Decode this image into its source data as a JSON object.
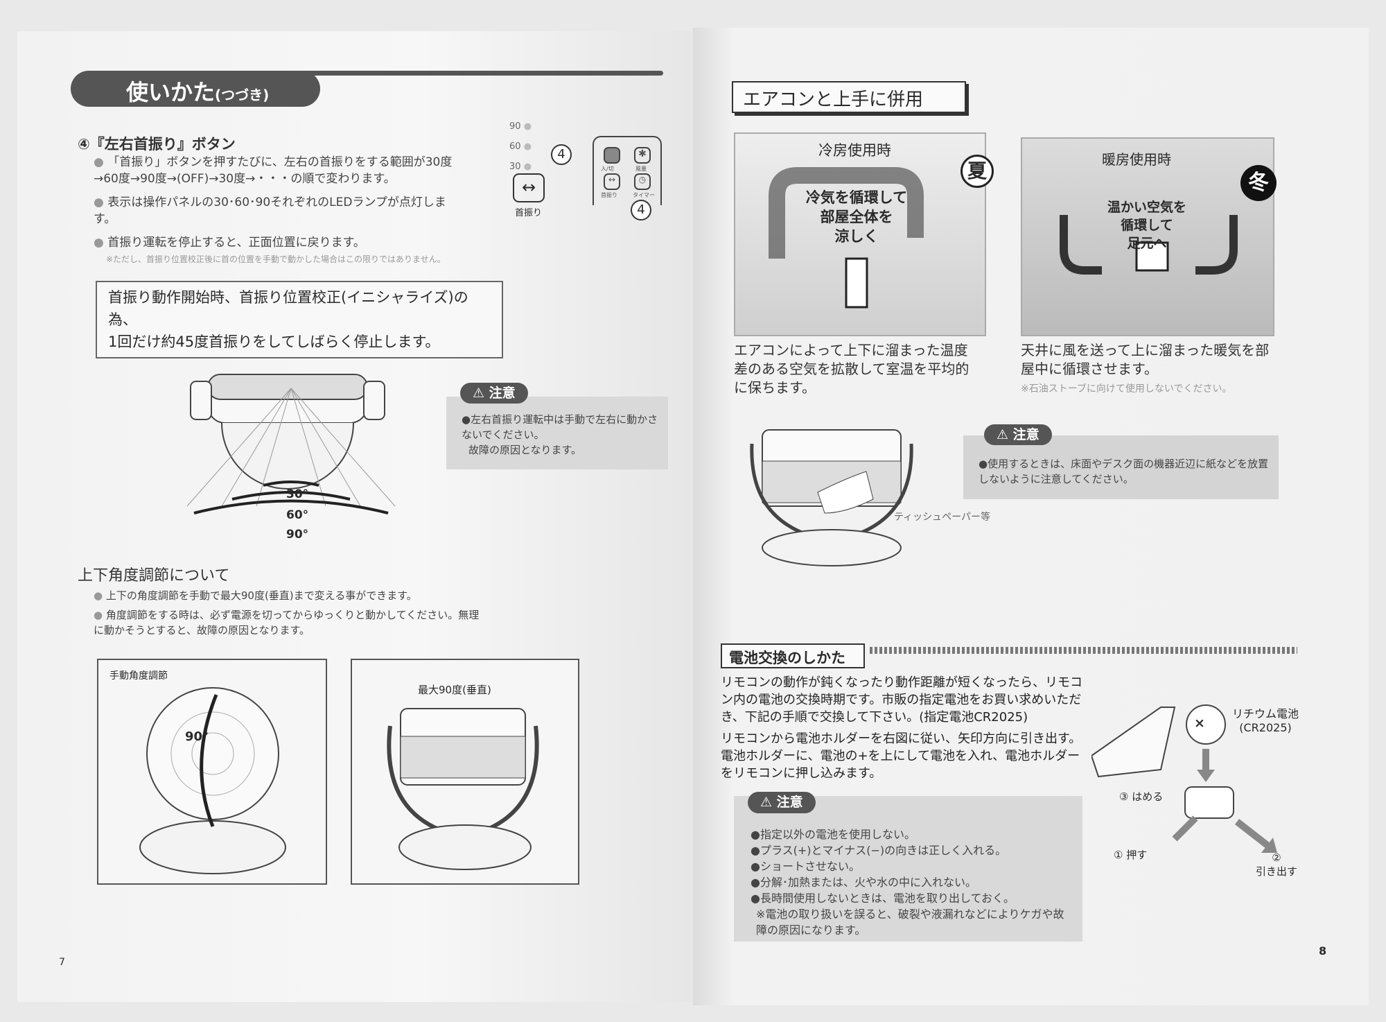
{
  "left_page": {
    "title": "使いかた",
    "title_suffix": "(つづき)",
    "section4": {
      "heading": "④『左右首振り』ボタン",
      "bullets": [
        "「首振り」ボタンを押すたびに、左右の首振りをする範囲が30度→60度→90度→(OFF)→30度→・・・の順で変わります。",
        "表示は操作パネルの30･60･90それぞれのLEDランプが点灯します。",
        "首振り運転を停止すると、正面位置に戻ります。"
      ],
      "footnote": "※ただし、首振り位置校正後に首の位置を手動で動かした場合はこの限りではありません。",
      "panel_leds": [
        "90",
        "60",
        "30"
      ],
      "callout": "4",
      "button_label": "首振り",
      "remote_buttons": [
        "入/切",
        "風量",
        "首振り",
        "タイマー"
      ]
    },
    "boxed_note": [
      "首振り動作開始時、首振り位置校正(イニシャライズ)の為、",
      "1回だけ約45度首振りをしてしばらく停止します。"
    ],
    "angles": [
      "30°",
      "60°",
      "90°"
    ],
    "caution": {
      "label": "注意",
      "lines": [
        "●左右首振り運転中は手動で左右に動かさないでください。",
        "故障の原因となります。"
      ]
    },
    "tilt": {
      "heading": "上下角度調節について",
      "bullets": [
        "上下の角度調節を手動で最大90度(垂直)まで変える事ができます。",
        "角度調節をする時は、必ず電源を切ってからゆっくりと動かしてください。無理に動かそうとすると、故障の原因となります。"
      ],
      "fig1_label": "手動角度調節",
      "fig1_angle": "90°",
      "fig2_label": "最大90度(垂直)"
    },
    "page_number": "7"
  },
  "right_page": {
    "section_title": "エアコンと上手に併用",
    "cooling": {
      "label": "冷房使用時",
      "badge": "夏",
      "inner": [
        "冷気を循環して",
        "部屋全体を",
        "涼しく"
      ],
      "desc": "エアコンによって上下に溜まった温度差のある空気を拡散して室温を平均的に保ちます。"
    },
    "heating": {
      "label": "暖房使用時",
      "badge": "冬",
      "inner": [
        "温かい空気を",
        "循環して",
        "足元へ"
      ],
      "desc": "天井に風を送って上に溜まった暖気を部屋中に循環させます。",
      "note": "※石油ストーブに向けて使用しないでください。"
    },
    "caution": {
      "label": "注意",
      "text": "●使用するときは、床面やデスク面の機器近辺に紙などを放置しないように注意してください。"
    },
    "tissue_label": "ティッシュペーパー等",
    "battery": {
      "heading": "電池交換のしかた",
      "para1": "リモコンの動作が鈍くなったり動作距離が短くなったら、リモコン内の電池の交換時期です。市販の指定電池をお買い求めいただき、下記の手順で交換して下さい。(指定電池CR2025)",
      "para2": "リモコンから電池ホルダーを右図に従い、矢印方向に引き出す。電池ホルダーに、電池の+を上にして電池を入れ、電池ホルダーをリモコンに押し込みます。",
      "caution_label": "注意",
      "caution_items": [
        "●指定以外の電池を使用しない。",
        "●プラス(+)とマイナス(−)の向きは正しく入れる。",
        "●ショートさせない。",
        "●分解･加熱または、火や水の中に入れない。",
        "●長時間使用しないときは、電池を取り出しておく。",
        "※電池の取り扱いを誤ると、破裂や液漏れなどによりケガや故障の原因になります。"
      ],
      "diagram": {
        "battery_label": "リチウム電池",
        "battery_model": "(CR2025)",
        "battery_sign": "×",
        "step1": "① 押す",
        "step2": "②",
        "step2b": "引き出す",
        "step3": "③ はめる"
      }
    },
    "page_number": "8"
  }
}
